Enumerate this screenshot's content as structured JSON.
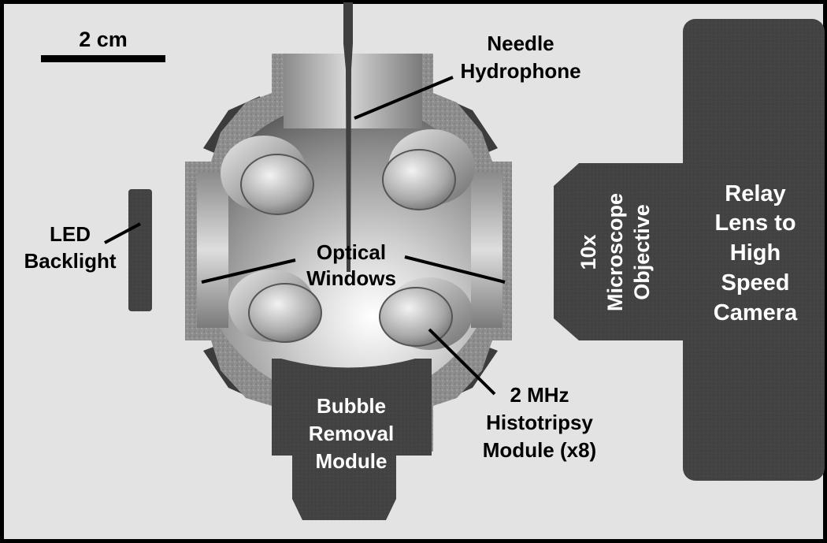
{
  "scale_bar": {
    "label": "2 cm"
  },
  "labels": {
    "needle_hydrophone": [
      "Needle",
      "Hydrophone"
    ],
    "led_backlight": [
      "LED",
      "Backlight"
    ],
    "optical_windows": [
      "Optical",
      "Windows"
    ],
    "histotripsy_module": [
      "2 MHz",
      "Histotripsy",
      "Module (x8)"
    ],
    "bubble_removal_module": [
      "Bubble",
      "Removal",
      "Module"
    ],
    "microscope_objective": [
      "10x",
      "Microscope",
      "Objective"
    ],
    "relay_lens": [
      "Relay",
      "Lens to",
      "High",
      "Speed",
      "Camera"
    ]
  },
  "colors": {
    "background": "#e3e3e3",
    "dark_module": "#414141",
    "frame": "#000000"
  }
}
